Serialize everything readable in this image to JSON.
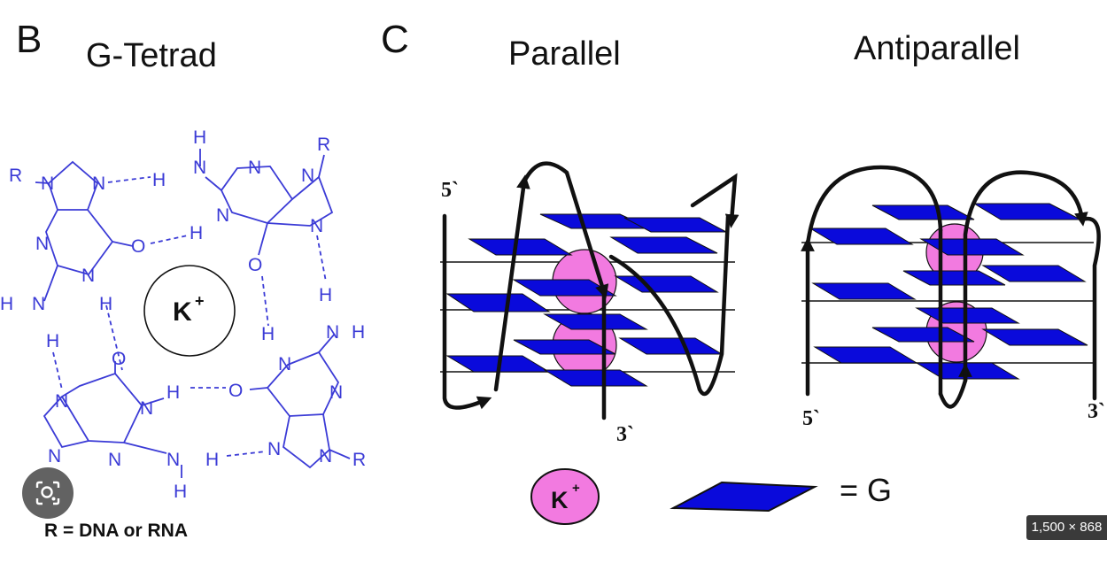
{
  "panel_b": {
    "letter": "B",
    "title": "G-Tetrad",
    "center_ion": "K",
    "center_ion_charge": "+",
    "caption": "R = DNA or RNA",
    "atom_color": "#3b3bd6"
  },
  "panel_c": {
    "letter": "C",
    "parallel_title": "Parallel",
    "antiparallel_title": "Antiparallel",
    "five_prime": "5`",
    "three_prime": "3`",
    "tetrad_color": "#0a0adb",
    "ion_color": "#f27ae0",
    "legend": {
      "ion_label": "K",
      "ion_charge": "+",
      "g_label": "= G"
    }
  },
  "overlay": {
    "lens_icon": "visual-search-icon",
    "size_badge": "1,500 × 868"
  }
}
